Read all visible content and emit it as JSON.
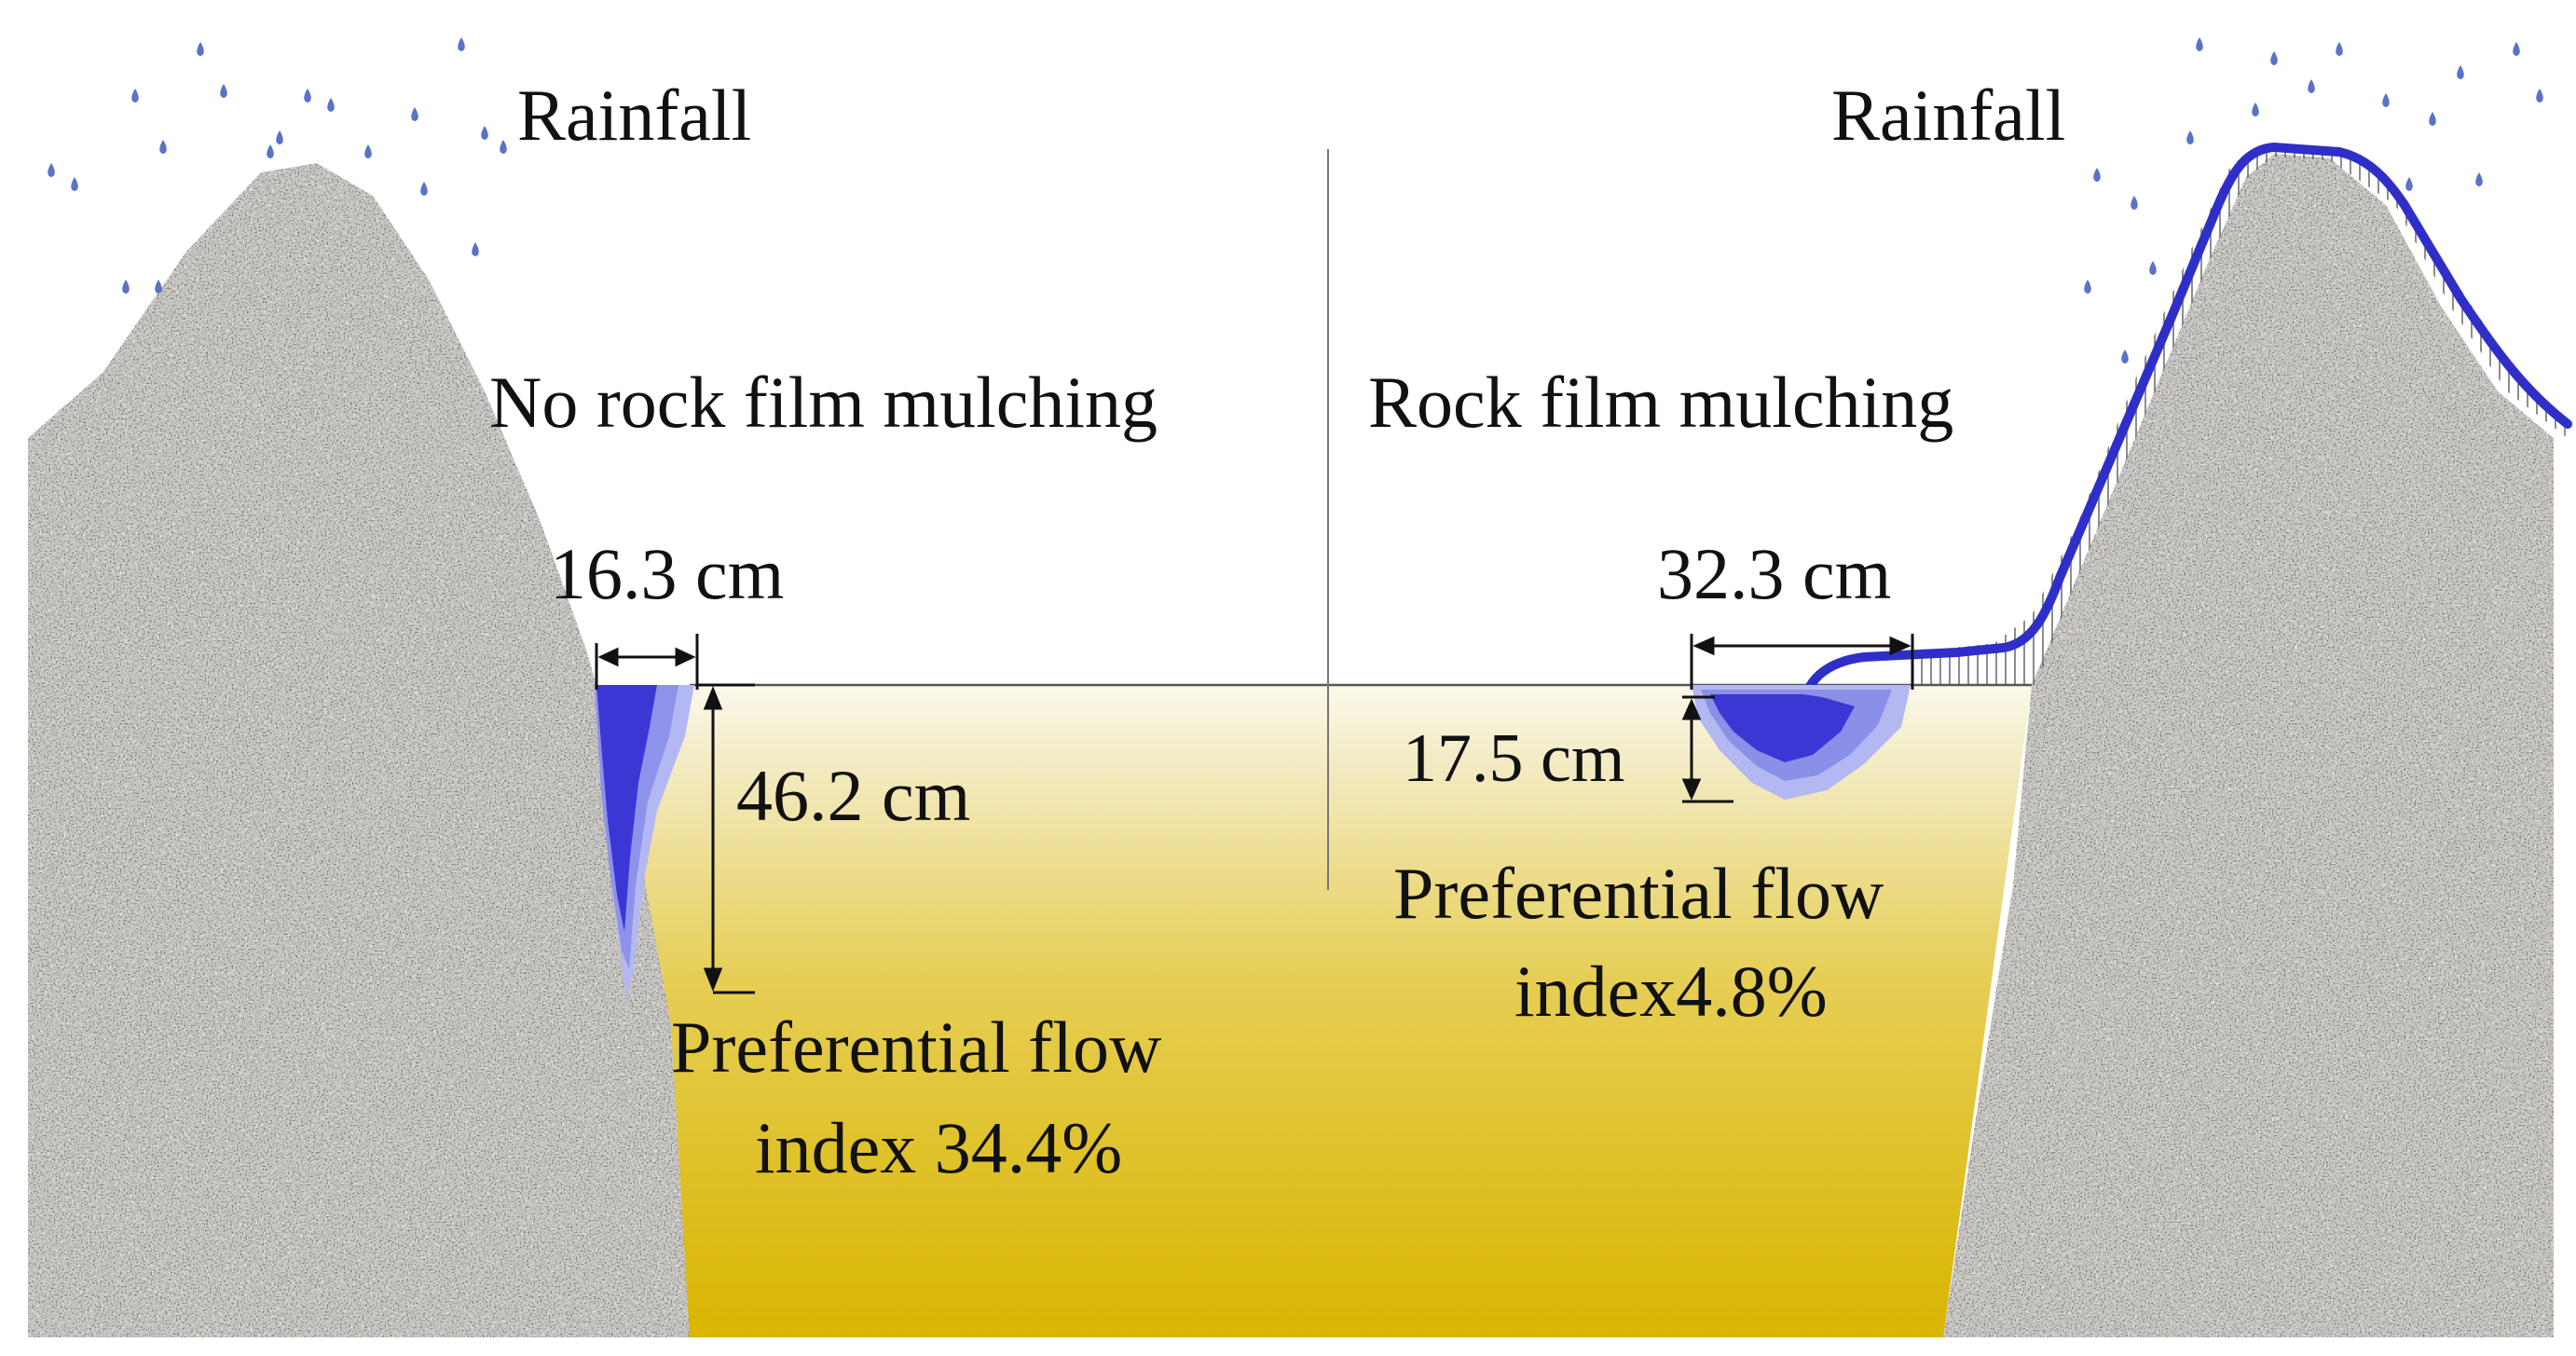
{
  "left_panel": {
    "rainfall_label": "Rainfall",
    "condition_label": "No rock film mulching",
    "width_label": "16.3 cm",
    "depth_label": "46.2 cm",
    "index_line1": "Preferential flow",
    "index_line2": "index 34.4%"
  },
  "right_panel": {
    "rainfall_label": "Rainfall",
    "condition_label": "Rock film mulching",
    "width_label": "32.3 cm",
    "depth_label": "17.5 cm",
    "index_line1": "Preferential flow",
    "index_line2": "index4.8%"
  },
  "colors": {
    "rock_base": "#c9c6c2",
    "soil_top": "#f6f1d8",
    "soil_bottom": "#dcb800",
    "water_dark": "#3a36d6",
    "water_light": "#a9b0f0",
    "film_line": "#2f2fc8",
    "rain_drop": "#5a72c8"
  }
}
